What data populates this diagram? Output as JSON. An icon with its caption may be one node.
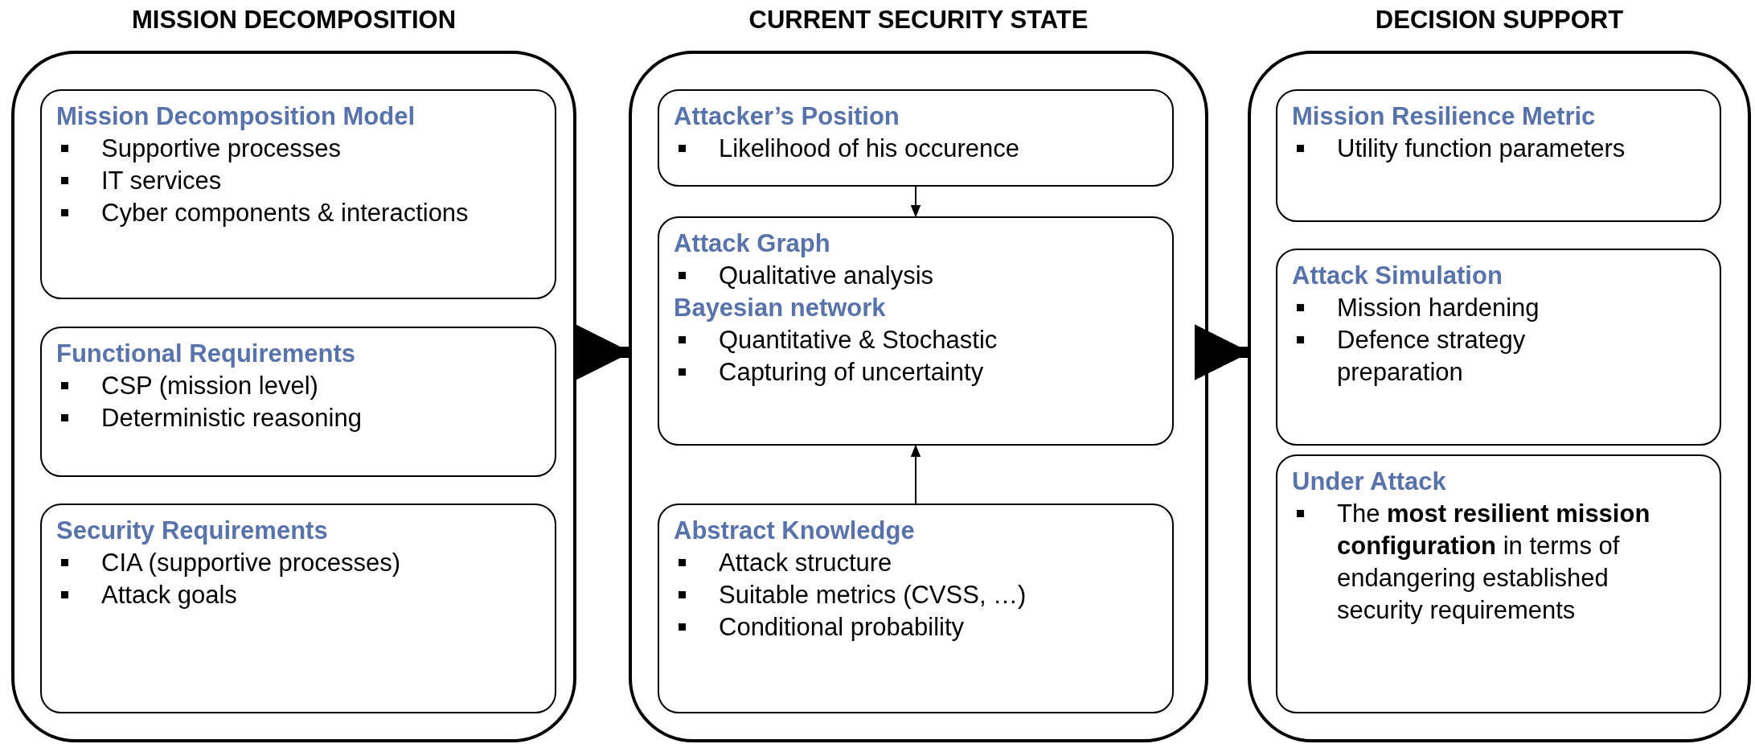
{
  "diagram": {
    "nodes": [
      {
        "text": [
          "MISSION DECOMPOSITION"
        ]
      },
      {
        "text": [
          "Mission Decomposition Model",
          "Supportive processes",
          "IT services",
          "Cyber components & interactions"
        ],
        "in": 0
      },
      {
        "text": [
          "Functional Requirements",
          "CSP (mission level)",
          "Deterministic reasoning"
        ],
        "in": 0
      },
      {
        "text": [
          "Security Requirements",
          "CIA (supportive processes)",
          "Attack goals"
        ],
        "in": 0
      },
      {
        "text": [
          "CURRENT SECURITY STATE"
        ]
      },
      {
        "text": [
          "Attacker’s Position",
          "Likelihood of his occurence"
        ],
        "in": 4
      },
      {
        "text": [
          "Attack Graph",
          "Qualitative analysis",
          "Bayesian network",
          "Quantitative & Stochastic",
          "Capturing of uncertainty"
        ],
        "in": 4
      },
      {
        "text": [
          "Abstract Knowledge",
          "Attack structure",
          "Suitable metrics (CVSS, …)",
          "Conditional probability"
        ],
        "in": 4
      },
      {
        "text": [
          "DECISION SUPPORT"
        ]
      },
      {
        "text": [
          "Mission Resilience Metric",
          "Utility function parameters"
        ],
        "in": 8
      },
      {
        "text": [
          "Attack Simulation",
          "Mission hardening",
          "Defence strategy preparation"
        ],
        "in": 8
      },
      {
        "text": [
          "Under Attack",
          "The **most resilient mission configuration** in terms of endangering established security requirements"
        ],
        "in": 8
      }
    ],
    "edges": [
      {
        "from": 0,
        "to": 4,
        "arrow": "to",
        "style": "thick"
      },
      {
        "from": 4,
        "to": 8,
        "arrow": "to",
        "style": "thick"
      },
      {
        "from": 5,
        "to": 6,
        "arrow": "to"
      },
      {
        "from": 7,
        "to": 6,
        "arrow": "to"
      }
    ]
  }
}
